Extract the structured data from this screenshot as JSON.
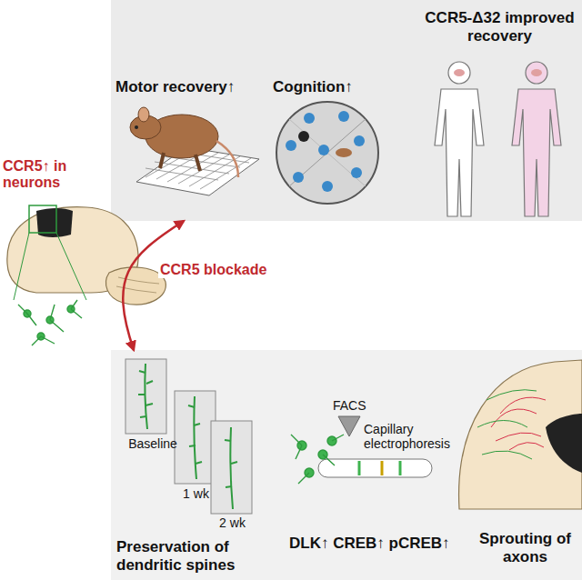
{
  "diagram": {
    "nodes": [
      {
        "text": [
          "Motor recovery↑",
          "Cognition↑",
          "CCR5-Δ32 improved recovery"
        ]
      },
      {
        "text": [
          "Preservation of dendritic spines",
          "DLK↑ CREB↑ pCREB↑",
          "Sprouting of axons"
        ]
      }
    ],
    "edges": [
      {
        "from": 0,
        "to": 1,
        "arrow": "both",
        "label": "CCR5 blockade"
      }
    ],
    "labels": [
      "CCR5↑ in neurons",
      "Baseline",
      "1 wk",
      "2 wk",
      "FACS",
      "Capillary electrophoresis"
    ]
  }
}
